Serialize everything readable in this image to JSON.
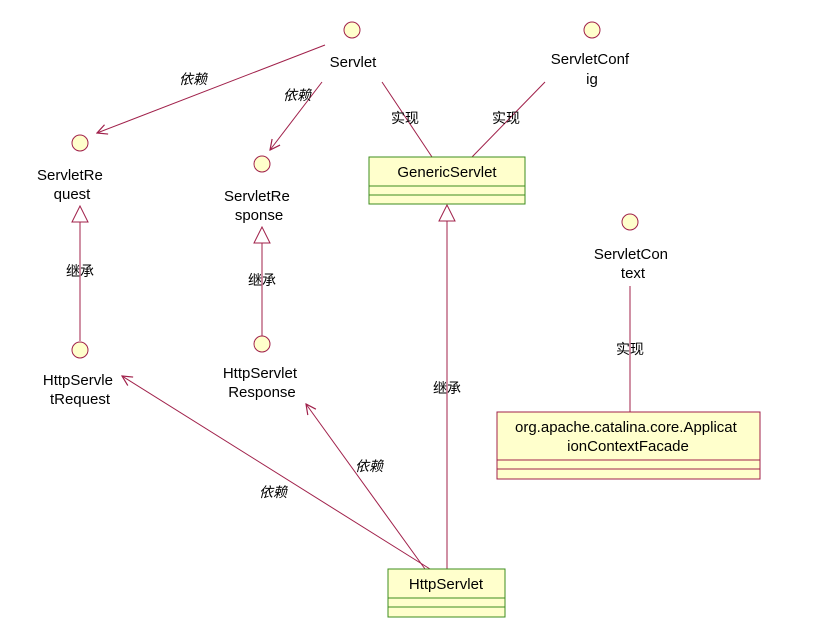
{
  "colors": {
    "line": "#a0204a",
    "iface_fill": "#ffffcc",
    "iface_stroke": "#a0204a",
    "class_green_fill": "#ffffcc",
    "class_green_stroke": "#3c8c1e",
    "class_red_stroke": "#a0204a"
  },
  "interfaces": {
    "servlet": "Servlet",
    "servlet_config": [
      "ServletConf",
      "ig"
    ],
    "servlet_request": [
      "ServletRe",
      "quest"
    ],
    "servlet_response": [
      "ServletRe",
      "sponse"
    ],
    "http_servlet_request": [
      "HttpServle",
      "tRequest"
    ],
    "http_servlet_response": [
      "HttpServlet",
      "Response"
    ],
    "servlet_context": [
      "ServletCon",
      "text"
    ]
  },
  "classes": {
    "generic_servlet": "GenericServlet",
    "http_servlet": "HttpServlet",
    "app_context_facade": [
      "org.apache.catalina.core.Applicat",
      "ionContextFacade"
    ]
  },
  "edge_labels": {
    "depends": "依赖",
    "realizes": "实现",
    "inherits": "继承"
  }
}
